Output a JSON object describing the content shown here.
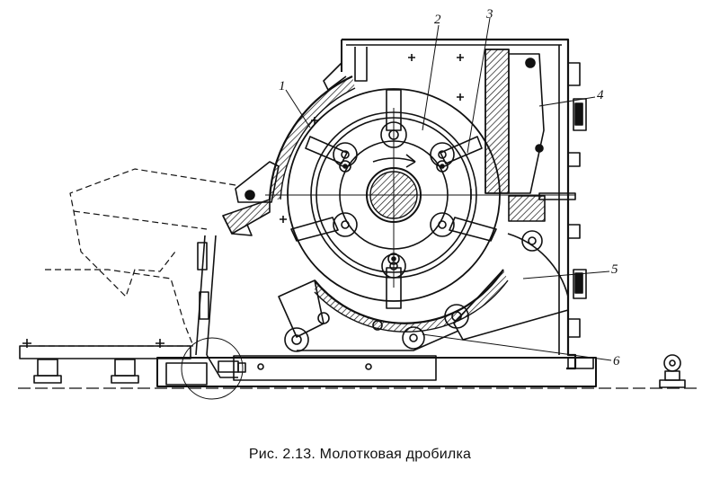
{
  "figure": {
    "caption": "Рис. 2.13. Молотковая дробилка",
    "callouts": [
      {
        "id": "1",
        "text": "1"
      },
      {
        "id": "2",
        "text": "2"
      },
      {
        "id": "3",
        "text": "3"
      },
      {
        "id": "4",
        "text": "4"
      },
      {
        "id": "5",
        "text": "5"
      },
      {
        "id": "6",
        "text": "6"
      }
    ],
    "line_color": "#111111",
    "background": "#ffffff"
  }
}
